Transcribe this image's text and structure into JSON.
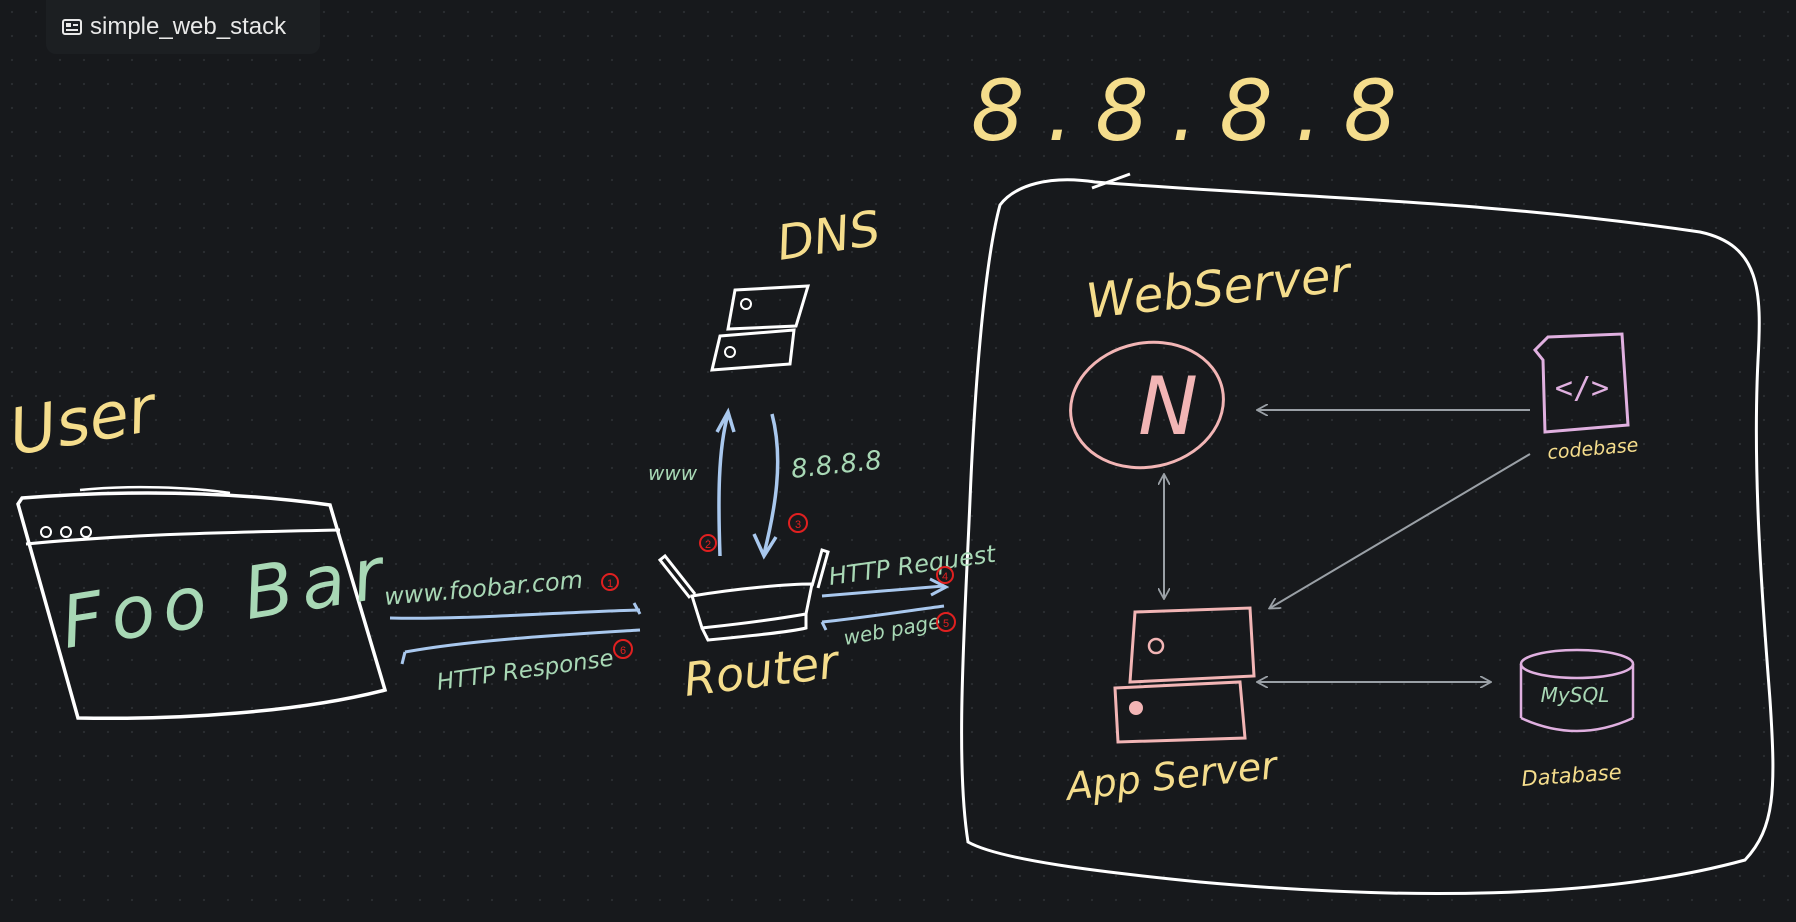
{
  "document": {
    "title": "simple_web_stack",
    "icon": "whiteboard-icon"
  },
  "diagram": {
    "server_ip": "8.8.8.8",
    "user": {
      "label": "User",
      "browser_text": "Foo Bar"
    },
    "dns": {
      "label": "DNS"
    },
    "router": {
      "label": "Router"
    },
    "web_server": {
      "label": "WebServer",
      "logo_text": "N"
    },
    "codebase": {
      "label": "codebase",
      "icon_text": "</>"
    },
    "app_server": {
      "label": "App Server"
    },
    "database": {
      "label": "Database",
      "engine": "MySQL"
    },
    "flows": {
      "request_domain": "www.foobar.com",
      "http_response": "HTTP Response",
      "dns_query": "www",
      "dns_answer": "8.8.8.8",
      "http_request": "HTTP Request",
      "web_page": "web page"
    },
    "steps": [
      "1",
      "2",
      "3",
      "4",
      "5",
      "6"
    ]
  },
  "colors": {
    "background": "#17191c",
    "sketch": "#ffffff",
    "yellow": "#f5dd8c",
    "green": "#a8d8b5",
    "blue": "#a9c8ee",
    "pink": "#f2b5b5",
    "purple": "#e0b0e0",
    "step_red": "#e02020",
    "arrow_grey": "#9aa0a6"
  }
}
